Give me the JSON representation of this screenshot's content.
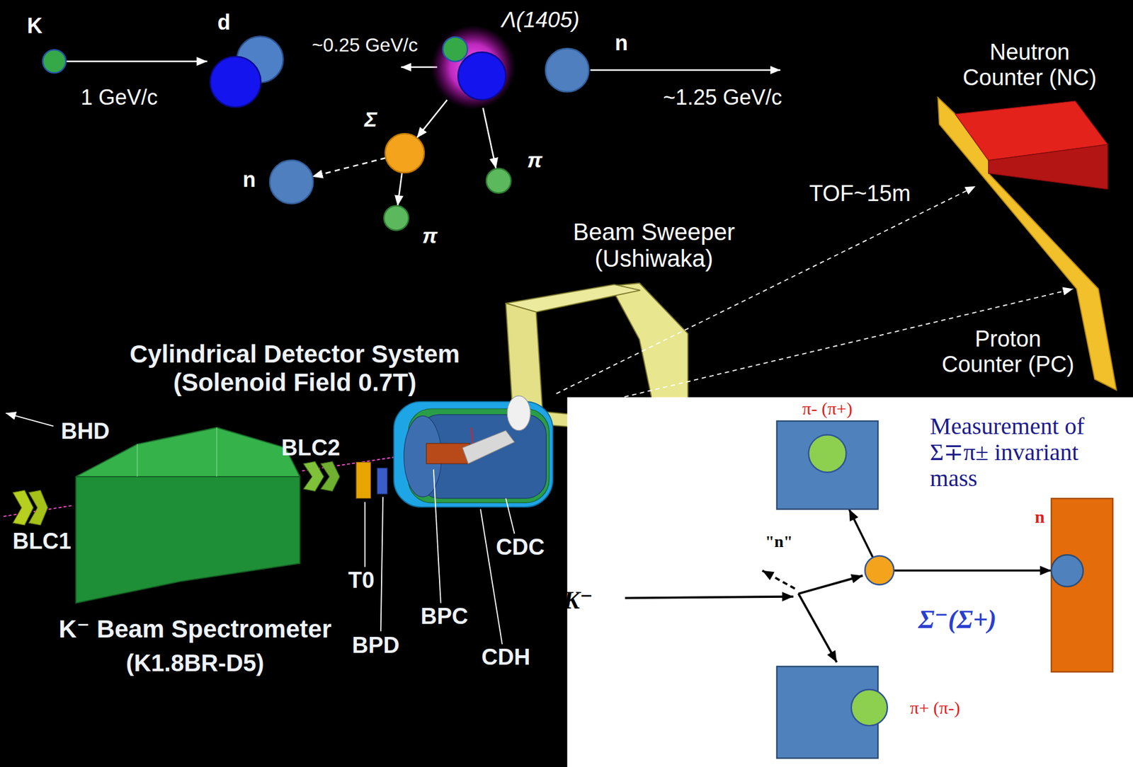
{
  "diagram": {
    "nodes": [
      {
        "text": [
          "K"
        ]
      },
      {
        "text": [
          "d"
        ]
      },
      {
        "text": [
          "Λ(1405)"
        ]
      },
      {
        "text": [
          "n"
        ]
      },
      {
        "text": [
          "Σ"
        ]
      },
      {
        "text": [
          "π"
        ]
      },
      {
        "text": [
          "n"
        ]
      },
      {
        "text": [
          "π"
        ]
      },
      {
        "text": [
          "π- (π+)"
        ]
      },
      {
        "text": [
          "Σ⁻(Σ+)"
        ]
      },
      {
        "text": [
          "n"
        ]
      },
      {
        "text": [
          "π+ (π-)"
        ]
      }
    ],
    "edges": [
      {
        "from": 0,
        "to": 1,
        "arrow": "to",
        "label": "1 GeV/c"
      },
      {
        "from": 2,
        "to": 4,
        "arrow": "to"
      },
      {
        "from": 2,
        "to": 5,
        "arrow": "to"
      },
      {
        "from": 4,
        "to": 6,
        "arrow": "to"
      },
      {
        "from": 4,
        "to": 7,
        "arrow": "to"
      },
      {
        "from": 9,
        "to": 8,
        "arrow": "to"
      },
      {
        "from": 9,
        "to": 10,
        "arrow": "to"
      }
    ],
    "labels": [
      "~0.25 GeV/c",
      "~1.25 GeV/c",
      "Neutron Counter (NC)",
      "TOF~15m",
      "Beam Sweeper (Ushiwaka)",
      "Proton Counter (PC)",
      "Cylindrical Detector System (Solenoid Field 0.7T)",
      "BHD",
      "BLC2",
      "BLC1",
      "CDC",
      "T0",
      "BPC",
      "BPD",
      "CDH",
      "K⁻ Beam Spectrometer",
      "(K1.8BR-D5)",
      "Measurement of Σ∓π± invariant mass",
      "K⁻",
      "\"n\""
    ]
  }
}
